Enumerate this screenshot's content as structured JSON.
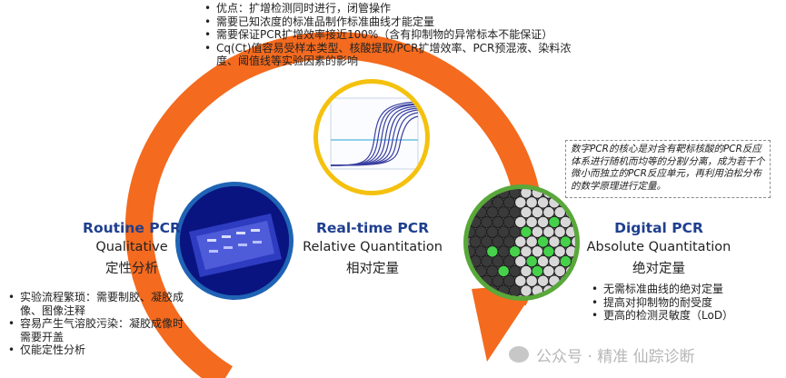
{
  "realtime_notes": [
    "优点：扩增检测同时进行，闭管操作",
    "需要已知浓度的标准品制作标准曲线才能定量",
    "需要保证PCR扩增效率接近100%（含有抑制物的异常标本不能保证）",
    "Cq(Ct)值容易受样本类型、核酸提取/PCR扩增效率、PCR预混液、染料浓度、阈值线等实验因素的影响"
  ],
  "digital_description": "数字PCR的核心是对含有靶标核酸的PCR反应体系进行随机而均等的分割/分离，成为若干个微小而独立的PCR反应单元，再利用泊松分布的数学原理进行定量。",
  "routine": {
    "title": "Routine PCR",
    "subtitle": "Qualitative",
    "subtitle_cn": "定性分析",
    "notes": [
      "实验流程繁琐：需要制胶、凝胶成像、图像注释",
      "容易产生气溶胶污染：凝胶成像时需要开盖",
      "仅能定性分析"
    ]
  },
  "realtime": {
    "title": "Real-time PCR",
    "subtitle": "Relative Quantitation",
    "subtitle_cn": "相对定量"
  },
  "digital": {
    "title": "Digital PCR",
    "subtitle": "Absolute Quantitation",
    "subtitle_cn": "绝对定量",
    "notes": [
      "无需标准曲线的绝对定量",
      "提高对抑制物的耐受度",
      "更高的检测灵敏度（LoD）"
    ]
  },
  "watermark": "公众号 · 精准 仙踪诊断",
  "colors": {
    "arrow": "#f46a1e",
    "title_blue": "#1f3f8f",
    "ring_blue": "#1f63b5",
    "ring_yellow": "#f4c10e",
    "ring_green": "#59a83a",
    "droplet_green": "#45d24a"
  }
}
